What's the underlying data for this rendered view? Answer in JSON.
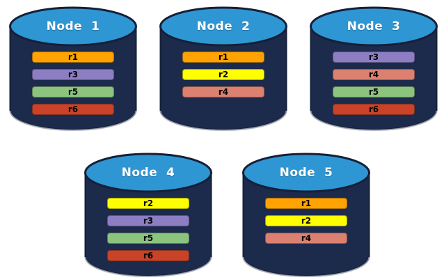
{
  "colors": {
    "cylinder_top": "#2F96D4",
    "cylinder_body": "#1C2A4C",
    "cylinder_outline": "#152038",
    "cylinder_bottom_edge": "#A9B0BC",
    "node_title_text": "#FFFFFF",
    "replica_label_text": "#000000"
  },
  "replica_colors": {
    "r1": "#FFA303",
    "r2": "#FFFF00",
    "r3": "#8D7EC4",
    "r4": "#DC8070",
    "r5": "#8CC47E",
    "r6": "#C84327"
  },
  "nodes": [
    {
      "name": "Node  1",
      "replicas": [
        "r1",
        "r3",
        "r5",
        "r6"
      ]
    },
    {
      "name": "Node  2",
      "replicas": [
        "r1",
        "r2",
        "r4"
      ]
    },
    {
      "name": "Node  3",
      "replicas": [
        "r3",
        "r4",
        "r5",
        "r6"
      ]
    },
    {
      "name": "Node  4",
      "replicas": [
        "r2",
        "r3",
        "r5",
        "r6"
      ]
    },
    {
      "name": "Node  5",
      "replicas": [
        "r1",
        "r2",
        "r4"
      ]
    }
  ]
}
